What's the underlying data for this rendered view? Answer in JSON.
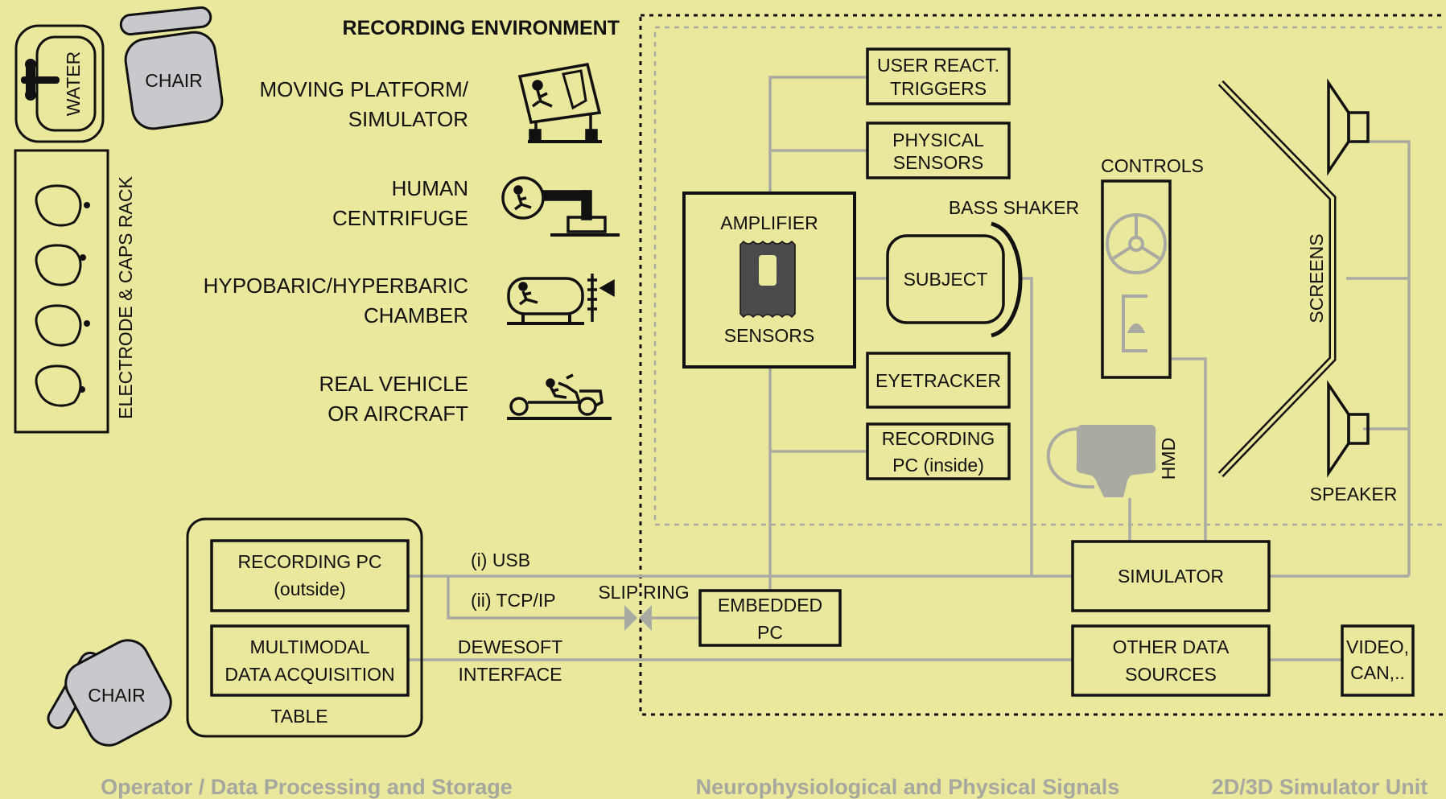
{
  "title": "RECORDING ENVIRONMENT",
  "environments": [
    {
      "line1": "MOVING PLATFORM/",
      "line2": "SIMULATOR",
      "icon": "moving-platform-icon"
    },
    {
      "line1": "HUMAN",
      "line2": "CENTRIFUGE",
      "icon": "centrifuge-icon"
    },
    {
      "line1": "HYPOBARIC/HYPERBARIC",
      "line2": "CHAMBER",
      "icon": "chamber-icon"
    },
    {
      "line1": "REAL VEHICLE",
      "line2": "OR AIRCRAFT",
      "icon": "vehicle-icon"
    }
  ],
  "left_items": {
    "water": "WATER",
    "chair_top": "CHAIR",
    "rack": "ELECTRODE & CAPS RACK",
    "chair_bottom": "CHAIR"
  },
  "boxes": {
    "user_react_1": "USER REACT.",
    "user_react_2": "TRIGGERS",
    "physical_1": "PHYSICAL",
    "physical_2": "SENSORS",
    "amplifier": "AMPLIFIER",
    "sensors": "SENSORS",
    "subject": "SUBJECT",
    "bass_shaker": "BASS SHAKER",
    "eyetracker": "EYETRACKER",
    "rec_inside_1": "RECORDING",
    "rec_inside_2": "PC (inside)",
    "controls": "CONTROLS",
    "screens": "SCREENS",
    "speaker": "SPEAKER",
    "hmd": "HMD",
    "simulator": "SIMULATOR",
    "other_1": "OTHER DATA",
    "other_2": "SOURCES",
    "video_1": "VIDEO,",
    "video_2": "CAN,..",
    "embedded_1": "EMBEDDED",
    "embedded_2": "PC",
    "rec_outside_1": "RECORDING PC",
    "rec_outside_2": "(outside)",
    "multimodal_1": "MULTIMODAL",
    "multimodal_2": "DATA ACQUISITION",
    "table": "TABLE"
  },
  "connections": {
    "usb": "(i) USB",
    "tcp": "(ii) TCP/IP",
    "slip_ring": "SLIP RING",
    "dewesoft_1": "DEWESOFT",
    "dewesoft_2": "INTERFACE"
  },
  "section_labels": {
    "left": "Operator / Data Processing and Storage",
    "middle": "Neurophysiological and Physical Signals",
    "right": "2D/3D Simulator Unit"
  },
  "colors": {
    "background": "#e9e89c",
    "ink": "#111111",
    "connector": "#a9aaa2",
    "object_fill": "#c8c9cc",
    "device_fill": "#4a4a4c",
    "section_label": "#a6a79e"
  }
}
